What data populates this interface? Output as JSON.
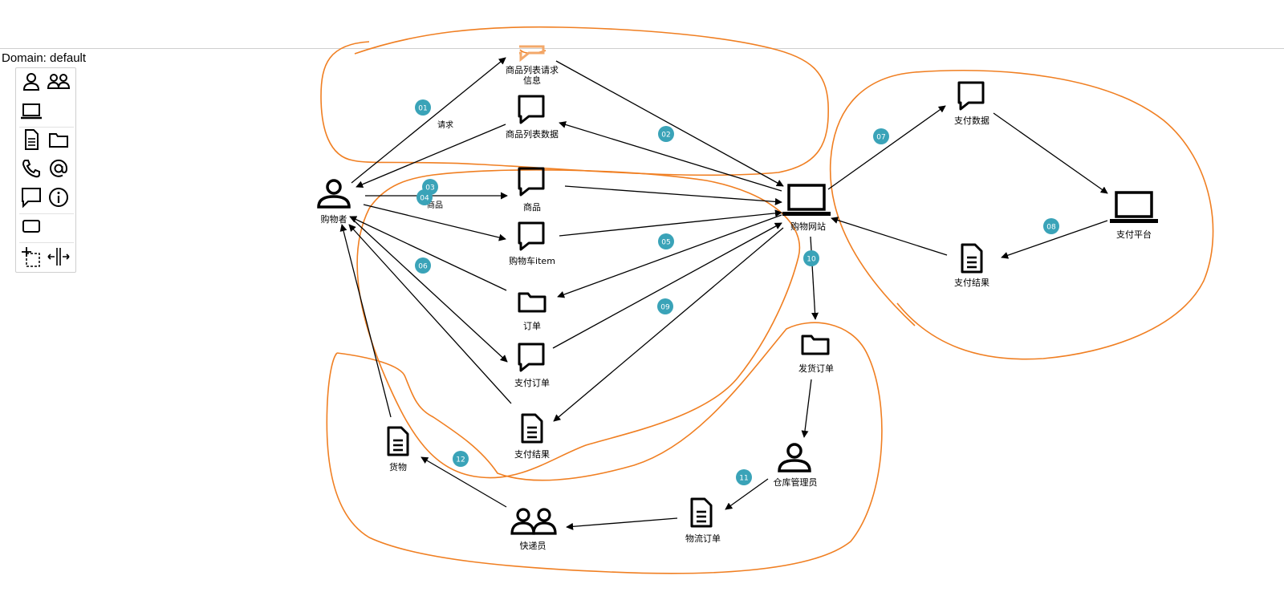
{
  "header": {
    "domain_label": "Domain: default"
  },
  "palette": {
    "tools": [
      {
        "name": "person-tool-icon"
      },
      {
        "name": "group-tool-icon"
      },
      {
        "name": "laptop-tool-icon"
      },
      {
        "name": "document-tool-icon"
      },
      {
        "name": "folder-tool-icon"
      },
      {
        "name": "phone-tool-icon"
      },
      {
        "name": "at-sign-tool-icon"
      },
      {
        "name": "speech-bubble-tool-icon"
      },
      {
        "name": "info-tool-icon"
      },
      {
        "name": "rectangle-tool-icon"
      },
      {
        "name": "selection-tool-icon"
      },
      {
        "name": "split-tool-icon"
      }
    ]
  },
  "diagram": {
    "nodes": [
      {
        "id": "shopper",
        "label": "购物者",
        "icon": "person-icon"
      },
      {
        "id": "req_info",
        "label": "商品列表请求\n信息",
        "icon": "speech-bubble-icon"
      },
      {
        "id": "list_data",
        "label": "商品列表数据",
        "icon": "speech-bubble-icon"
      },
      {
        "id": "goods_msg",
        "label": "商品",
        "icon": "speech-bubble-icon"
      },
      {
        "id": "cart_item",
        "label": "购物车item",
        "icon": "speech-bubble-icon"
      },
      {
        "id": "order",
        "label": "订单",
        "icon": "folder-icon"
      },
      {
        "id": "pay_order",
        "label": "支付订单",
        "icon": "speech-bubble-icon"
      },
      {
        "id": "pay_result_l",
        "label": "支付结果",
        "icon": "document-icon"
      },
      {
        "id": "website",
        "label": "购物网站",
        "icon": "laptop-icon"
      },
      {
        "id": "pay_data",
        "label": "支付数据",
        "icon": "speech-bubble-icon"
      },
      {
        "id": "pay_platform",
        "label": "支付平台",
        "icon": "laptop-icon"
      },
      {
        "id": "pay_result_r",
        "label": "支付结果",
        "icon": "document-icon"
      },
      {
        "id": "ship_order",
        "label": "发货订单",
        "icon": "folder-icon"
      },
      {
        "id": "warehouse",
        "label": "仓库管理员",
        "icon": "person-icon"
      },
      {
        "id": "logistics",
        "label": "物流订单",
        "icon": "document-icon"
      },
      {
        "id": "courier",
        "label": "快递员",
        "icon": "group-icon"
      },
      {
        "id": "cargo",
        "label": "货物",
        "icon": "document-icon"
      }
    ],
    "edge_labels": [
      {
        "id": "lbl_request",
        "text": "请求"
      },
      {
        "id": "lbl_goods",
        "text": "商品"
      }
    ],
    "badges": [
      "01",
      "02",
      "03",
      "04",
      "05",
      "06",
      "07",
      "08",
      "09",
      "10",
      "11",
      "12"
    ],
    "colors": {
      "badge": "#3aa3b8",
      "annotation": "#f07f22",
      "line": "#000000"
    }
  }
}
